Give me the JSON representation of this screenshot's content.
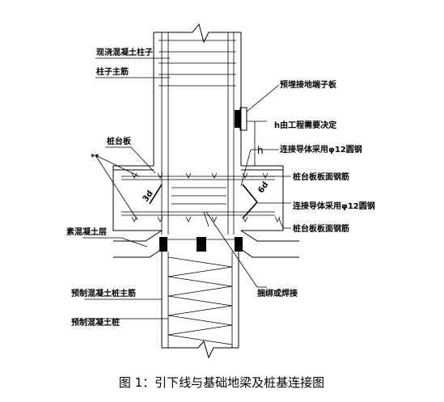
{
  "labels": {
    "cast_column": "现浇混凝土柱子",
    "column_main_rebar": "柱子主筋",
    "embedded_plate": "预埋接地端子板",
    "h_decided": "h由工程需要决定",
    "h_symbol": "h",
    "pile_cap": "桩台板",
    "connector_top": "连接导体采用φ12圆钢",
    "cap_top_rebar": "桩台板板面钢筋",
    "connector_mid": "连接导体采用φ12圆钢",
    "plain_concrete": "素混凝土层",
    "cap_bottom_rebar": "桩台板板面钢筋",
    "tie_or_weld": "捆绑或焊接",
    "precast_pile_rebar": "预制混凝土桩主筋",
    "precast_pile": "预制混凝土桩",
    "dim_left": "3d",
    "dim_right": "6d",
    "star_marks": "**"
  },
  "caption": "图 1：引下线与基础地梁及桩基连接图"
}
